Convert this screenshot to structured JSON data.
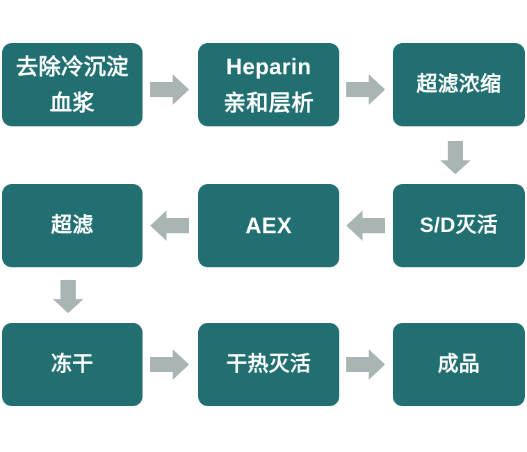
{
  "diagram": {
    "type": "process-flowchart",
    "title": "",
    "colors": {
      "node_fill": "#216f71",
      "node_text": "#ffffff",
      "arrow_fill": "#a9b5b5",
      "background": "#ffffff"
    },
    "rows": [
      {
        "id": "row-1",
        "direction": "left-to-right",
        "nodes": [
          {
            "id": "cryo-removed-plasma",
            "lines": [
              "去除冷沉淀",
              "血浆"
            ]
          },
          {
            "id": "heparin-affinity",
            "lines": [
              "Heparin",
              "亲和层析"
            ]
          },
          {
            "id": "uf-concentration",
            "lines": [
              "超滤浓缩"
            ]
          }
        ]
      },
      {
        "id": "row-2",
        "direction": "right-to-left",
        "nodes": [
          {
            "id": "ultrafiltration",
            "lines": [
              "超滤"
            ]
          },
          {
            "id": "aex",
            "lines": [
              "AEX"
            ]
          },
          {
            "id": "sd-inactivation",
            "lines": [
              "S/D灭活"
            ]
          }
        ]
      },
      {
        "id": "row-3",
        "direction": "left-to-right",
        "nodes": [
          {
            "id": "lyophilization",
            "lines": [
              "冻干"
            ]
          },
          {
            "id": "dry-heat",
            "lines": [
              "干热灭活"
            ]
          },
          {
            "id": "final-product",
            "lines": [
              "成品"
            ]
          }
        ]
      }
    ],
    "arrows": [
      {
        "id": "arrow-r1-1",
        "direction": "right",
        "from": "cryo-removed-plasma",
        "to": "heparin-affinity"
      },
      {
        "id": "arrow-r1-2",
        "direction": "right",
        "from": "heparin-affinity",
        "to": "uf-concentration"
      },
      {
        "id": "arrow-col3-down",
        "direction": "down",
        "from": "uf-concentration",
        "to": "sd-inactivation"
      },
      {
        "id": "arrow-r2-1",
        "direction": "left",
        "from": "sd-inactivation",
        "to": "aex"
      },
      {
        "id": "arrow-r2-2",
        "direction": "left",
        "from": "aex",
        "to": "ultrafiltration"
      },
      {
        "id": "arrow-col1-down",
        "direction": "down",
        "from": "ultrafiltration",
        "to": "lyophilization"
      },
      {
        "id": "arrow-r3-1",
        "direction": "right",
        "from": "lyophilization",
        "to": "dry-heat"
      },
      {
        "id": "arrow-r3-2",
        "direction": "right",
        "from": "dry-heat",
        "to": "final-product"
      }
    ]
  }
}
